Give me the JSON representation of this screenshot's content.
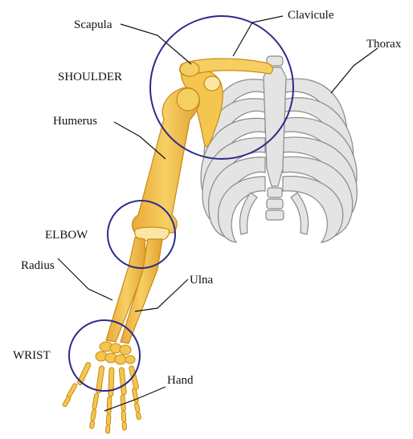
{
  "labels": {
    "scapula": "Scapula",
    "clavicule": "Clavicule",
    "thorax": "Thorax",
    "shoulder": "SHOULDER",
    "humerus": "Humerus",
    "elbow": "ELBOW",
    "radius": "Radius",
    "ulna": "Ulna",
    "wrist": "WRIST",
    "hand": "Hand"
  },
  "colors": {
    "bone": "#f4c64f",
    "bone_dark": "#d79a1e",
    "bone_light": "#fbe6a6",
    "ribs": "#e4e4e4",
    "ribs_outline": "#8a8a8a",
    "joint_circle": "#2b2b8c",
    "leader_line": "#111111"
  }
}
